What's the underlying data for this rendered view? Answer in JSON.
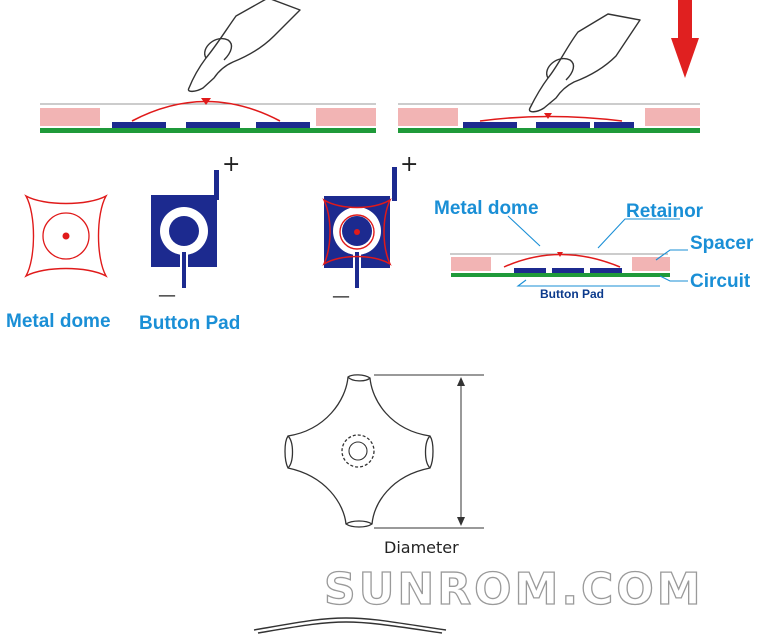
{
  "labels": {
    "metal_dome_left": "Metal dome",
    "button_pad": "Button Pad",
    "metal_dome_right": "Metal dome",
    "retainor": "Retainor",
    "spacer": "Spacer",
    "circuit": "Circuit",
    "button_pad_small": "Button Pad",
    "diameter": "Diameter",
    "plus": "+",
    "minus": "—",
    "watermark": "SUNROM.COM"
  },
  "colors": {
    "navy": "#1c2a8f",
    "red": "#e01a1a",
    "pink": "#f2b4b4",
    "green": "#1f9a3a",
    "label_blue": "#1a8fd6",
    "arrow_red": "#e02020"
  },
  "icons": [
    "finger-icon",
    "down-arrow-icon"
  ]
}
